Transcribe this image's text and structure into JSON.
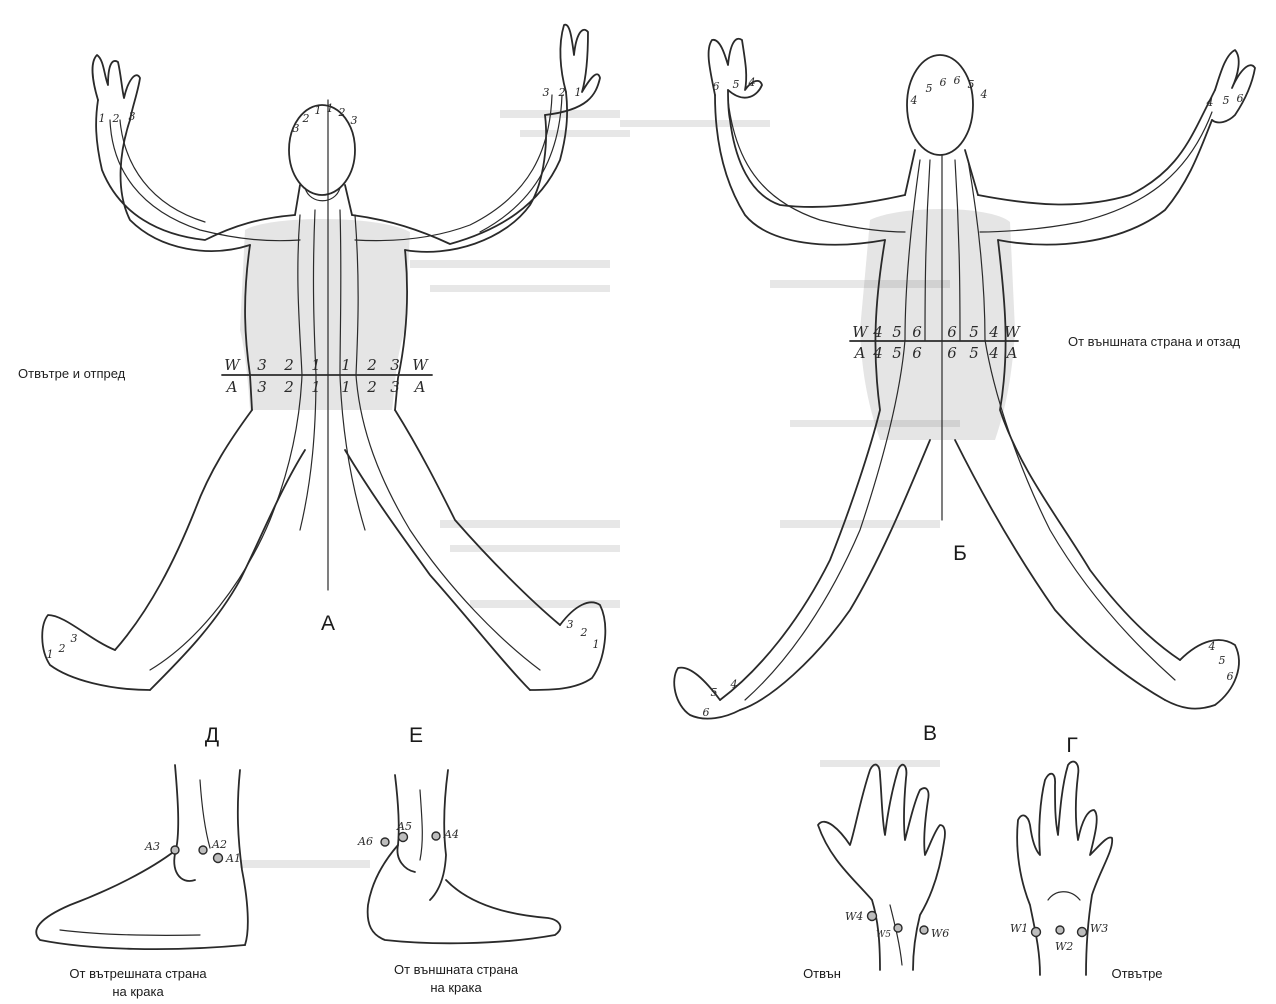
{
  "figure_labels": {
    "A": "А",
    "B": "Б",
    "V": "В",
    "G": "Г",
    "D": "Д",
    "E": "Е"
  },
  "captions": {
    "front_inside": "Отвътре и отпред",
    "back_outside": "От външната страна и отзад",
    "foot_inner_line1": "От вътрешната страна",
    "foot_inner_line2": "на крака",
    "foot_outer_line1": "От външната страна",
    "foot_outer_line2": "на крака",
    "hand_outside": "Отвън",
    "hand_inside": "Отвътре"
  },
  "front_waist": {
    "upper_row": [
      "W",
      "3",
      "2",
      "1",
      "1",
      "2",
      "3",
      "W"
    ],
    "lower_row": [
      "A",
      "3",
      "2",
      "1",
      "1",
      "2",
      "3",
      "A"
    ]
  },
  "back_waist": {
    "upper_row": [
      "W",
      "4",
      "5",
      "6",
      "6",
      "5",
      "4",
      "W"
    ],
    "lower_row": [
      "A",
      "4",
      "5",
      "6",
      "6",
      "5",
      "4",
      "A"
    ]
  },
  "front_hand_left": [
    "1",
    "2",
    "3"
  ],
  "front_hand_right": [
    "3",
    "2",
    "1"
  ],
  "front_head": [
    "3",
    "2",
    "1",
    "1",
    "2",
    "3"
  ],
  "front_foot_left": [
    "1",
    "2",
    "3"
  ],
  "front_foot_right": [
    "3",
    "2",
    "1"
  ],
  "back_hand_left": [
    "6",
    "5",
    "4"
  ],
  "back_hand_right": [
    "4",
    "5",
    "6"
  ],
  "back_head": [
    "4",
    "5",
    "6",
    "6",
    "5",
    "4"
  ],
  "back_foot_left": [
    "6",
    "5",
    "4"
  ],
  "back_foot_right": [
    "4",
    "5",
    "6"
  ],
  "ankle_inner_points": [
    "A3",
    "A2",
    "A1"
  ],
  "ankle_outer_points": [
    "A6",
    "A5",
    "A4"
  ],
  "wrist_outer_points": [
    "W4",
    "W5",
    "W6"
  ],
  "wrist_inner_points": [
    "W1",
    "W2",
    "W3"
  ]
}
